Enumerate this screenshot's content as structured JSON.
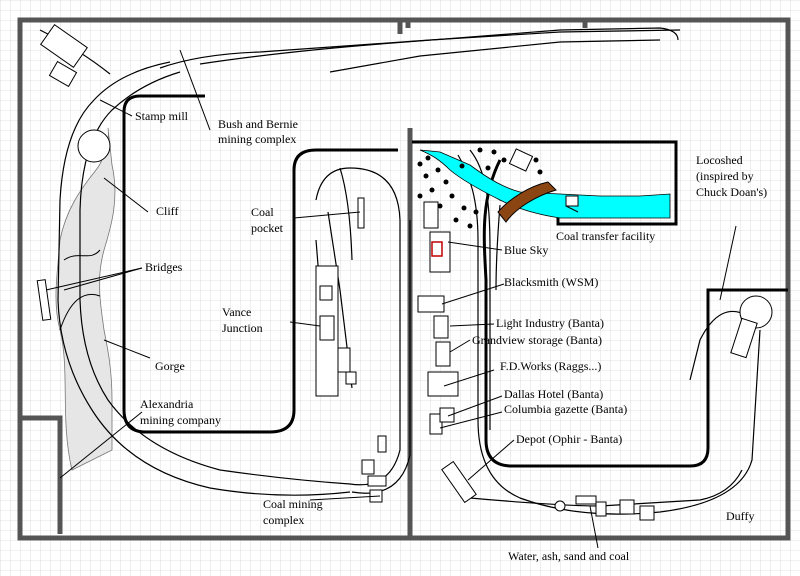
{
  "labels": {
    "stamp_mill": "Stamp mill",
    "bush_bernie_1": "Bush and Bernie",
    "bush_bernie_2": "mining complex",
    "cliff": "Cliff",
    "bridges": "Bridges",
    "gorge": "Gorge",
    "alexandria_1": "Alexandria",
    "alexandria_2": "mining company",
    "coal_pocket_1": "Coal",
    "coal_pocket_2": "pocket",
    "vance_1": "Vance",
    "vance_2": "Junction",
    "coal_mining_1": "Coal mining",
    "coal_mining_2": "complex",
    "locoshed_1": "Locoshed",
    "locoshed_2": "(inspired by",
    "locoshed_3": "Chuck Doan's)",
    "coal_transfer": "Coal transfer facility",
    "blue_sky": "Blue Sky",
    "blacksmith": "Blacksmith (WSM)",
    "light_industry": "Light Industry (Banta)",
    "grandview": "Grandview storage (Banta)",
    "fd_works": "F.D.Works (Raggs...)",
    "dallas_hotel": "Dallas Hotel (Banta)",
    "columbia": "Columbia gazette (Banta)",
    "depot": "Depot (Ophir - Banta)",
    "duffy": "Duffy",
    "water": "Water, ash, sand and coal"
  },
  "colors": {
    "water": "#00ffff",
    "bridge": "#8b4513",
    "grid": "#c8c8c8",
    "walls": "#555555",
    "gorge_fill": "#e6e6e6",
    "blue_sky_roof": "#c00000"
  }
}
